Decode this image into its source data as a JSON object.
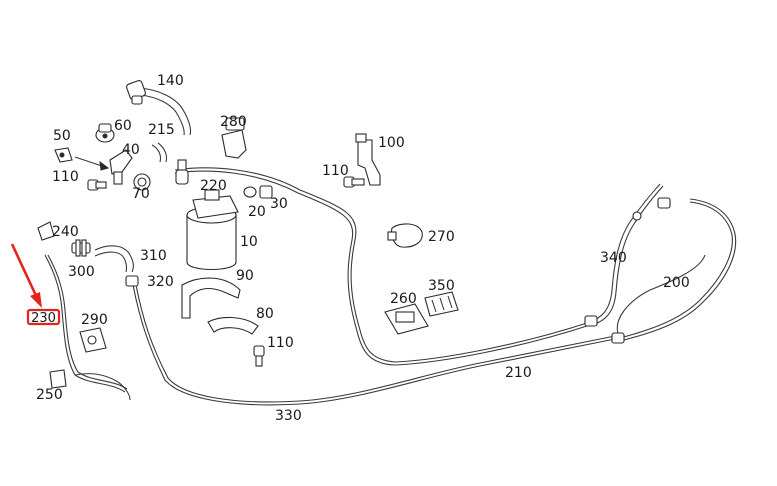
{
  "labels": [
    {
      "id": "140",
      "text": "140"
    },
    {
      "id": "60",
      "text": "60"
    },
    {
      "id": "215",
      "text": "215"
    },
    {
      "id": "280",
      "text": "280"
    },
    {
      "id": "100",
      "text": "100"
    },
    {
      "id": "50",
      "text": "50"
    },
    {
      "id": "40",
      "text": "40"
    },
    {
      "id": "110a",
      "text": "110"
    },
    {
      "id": "110b",
      "text": "110"
    },
    {
      "id": "70",
      "text": "70"
    },
    {
      "id": "220",
      "text": "220"
    },
    {
      "id": "20",
      "text": "20"
    },
    {
      "id": "30",
      "text": "30"
    },
    {
      "id": "240",
      "text": "240"
    },
    {
      "id": "10",
      "text": "10"
    },
    {
      "id": "270",
      "text": "270"
    },
    {
      "id": "300",
      "text": "300"
    },
    {
      "id": "310",
      "text": "310"
    },
    {
      "id": "320",
      "text": "320"
    },
    {
      "id": "90",
      "text": "90"
    },
    {
      "id": "340",
      "text": "340"
    },
    {
      "id": "200",
      "text": "200"
    },
    {
      "id": "350",
      "text": "350"
    },
    {
      "id": "260",
      "text": "260"
    },
    {
      "id": "290",
      "text": "290"
    },
    {
      "id": "80",
      "text": "80"
    },
    {
      "id": "110c",
      "text": "110"
    },
    {
      "id": "210",
      "text": "210"
    },
    {
      "id": "250",
      "text": "250"
    },
    {
      "id": "330",
      "text": "330"
    }
  ],
  "highlight": {
    "text": "230",
    "color": "#e1251b"
  },
  "colors": {
    "line": "#3a3a3a",
    "accent": "#e1251b",
    "text": "#1a1a1a"
  }
}
